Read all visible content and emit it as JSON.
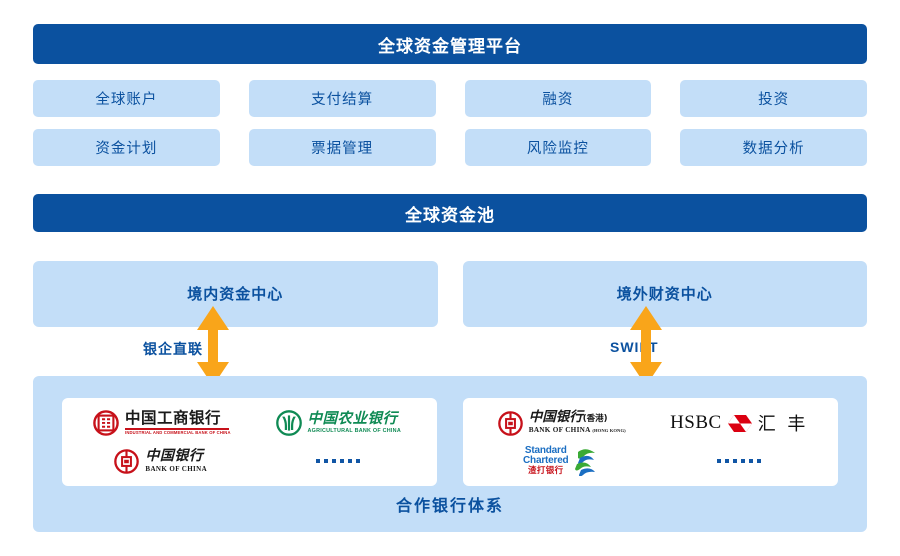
{
  "header": {
    "title": "全球资金管理平台"
  },
  "modules": {
    "rows": [
      [
        {
          "label": "全球账户"
        },
        {
          "label": "支付结算"
        },
        {
          "label": "融资"
        },
        {
          "label": "投资"
        }
      ],
      [
        {
          "label": "资金计划"
        },
        {
          "label": "票据管理"
        },
        {
          "label": "风险监控"
        },
        {
          "label": "数据分析"
        }
      ]
    ]
  },
  "pool": {
    "title": "全球资金池"
  },
  "centers": [
    {
      "label": "境内资金中心",
      "connector": "银企直联"
    },
    {
      "label": "境外财资中心",
      "connector": "SWIFT"
    }
  ],
  "bank_system": {
    "title": "合作银行体系",
    "domestic": {
      "banks": [
        {
          "cn": "中国工商银行",
          "en": "INDUSTRIAL AND COMMERCIAL BANK OF CHINA"
        },
        {
          "cn": "中国农业银行",
          "en": "AGRICULTURAL BANK OF CHINA"
        },
        {
          "cn": "中国银行",
          "en": "BANK OF CHINA"
        }
      ],
      "more": "······"
    },
    "offshore": {
      "banks": [
        {
          "cn": "中国银行",
          "cn_suffix": "(香港)",
          "en": "BANK OF CHINA",
          "en_suffix": "(HONG KONG)"
        },
        {
          "word": "HSBC",
          "cn": "汇 丰"
        },
        {
          "en_line1": "Standard",
          "en_line2": "Chartered",
          "cn": "渣打银行"
        }
      ],
      "more": "······"
    }
  },
  "colors": {
    "brand_blue": "#0b519f",
    "tile_blue": "#c3def8",
    "arrow_orange": "#f9a51a",
    "icbc_red": "#c7111a",
    "abc_green": "#0f8a54",
    "hsbc_red": "#db0011",
    "sc_blue": "#1b6ec2",
    "sc_green": "#3aaa35"
  }
}
